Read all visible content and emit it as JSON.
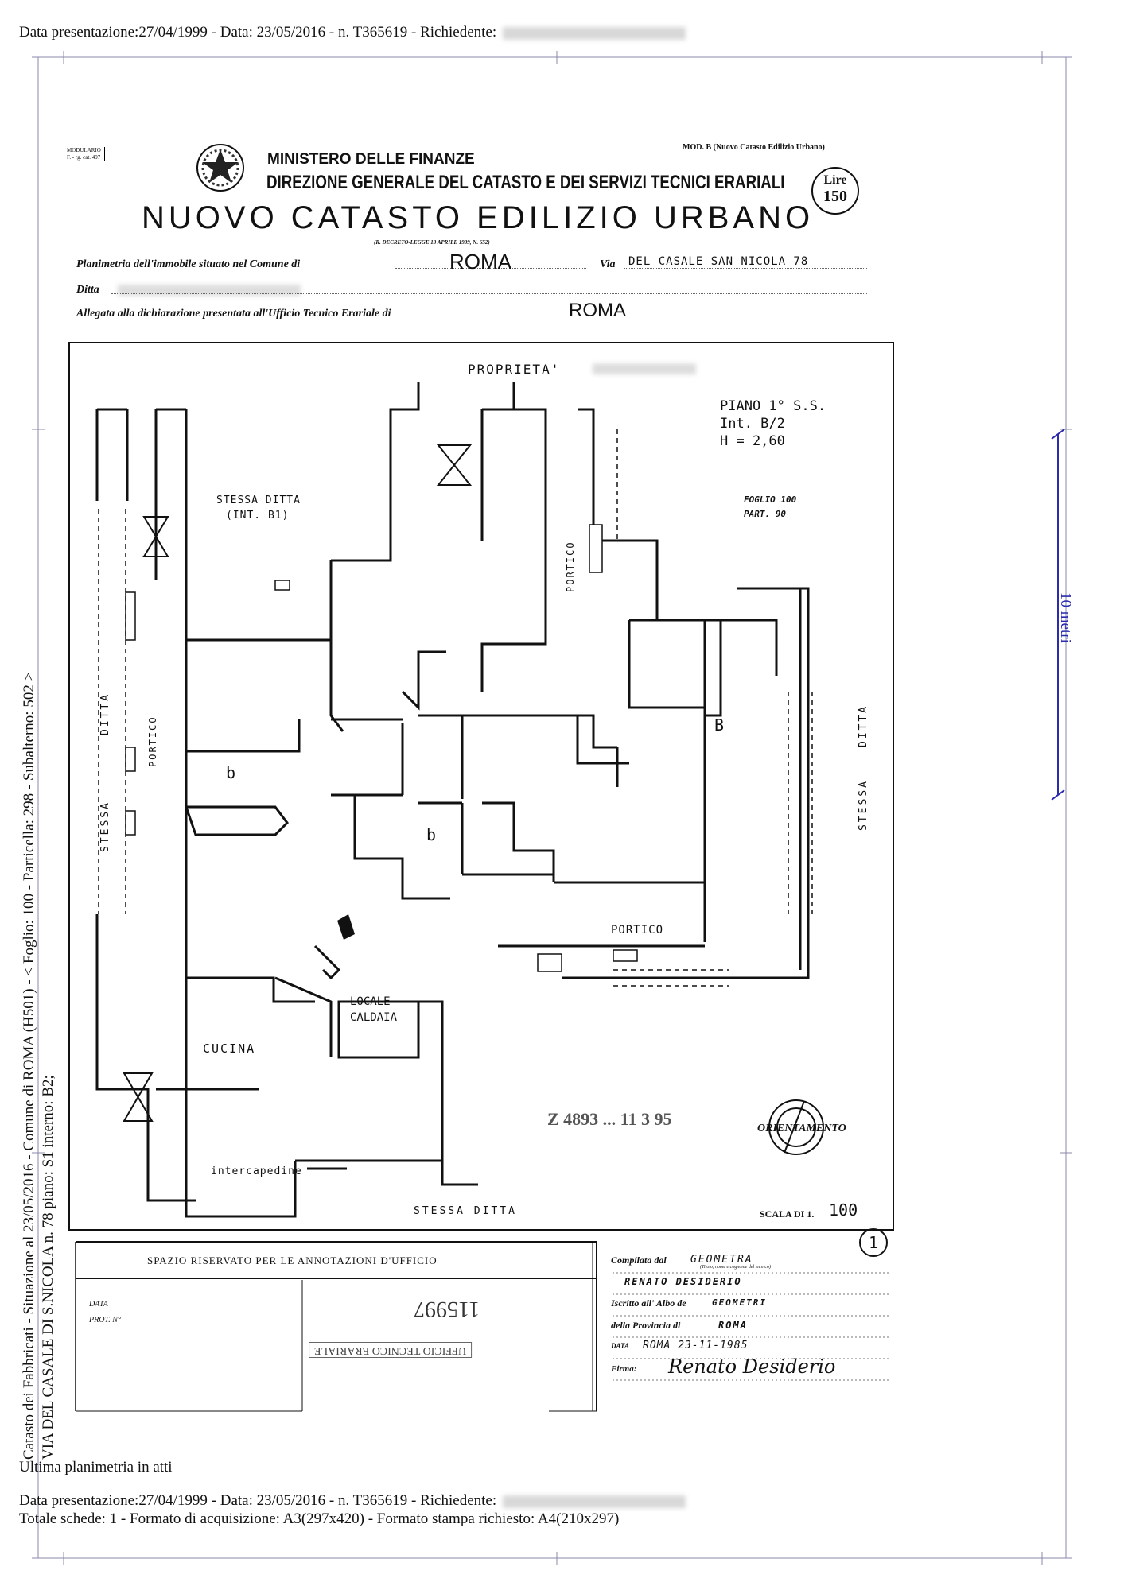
{
  "header": {
    "top_line": "Data presentazione:27/04/1999 - Data: 23/05/2016 - n. T365619 - Richiedente:"
  },
  "side_text": {
    "line1": "Catasto dei Fabbricati - Situazione al 23/05/2016 - Comune di ROMA (H501) - < Foglio: 100 - Particella: 298 - Subalterno: 502 >",
    "line2": "VIA DEL CASALE DI S.NICOLA n. 78 piano: S1 interno: B2;"
  },
  "scale_label": "10 metri",
  "form": {
    "modulario": "MODULARIO",
    "modulario_code": "F. - rg. cat. 497",
    "mod_b": "MOD. B (Nuovo Catasto Edilizio Urbano)",
    "ministry": "MINISTERO DELLE FINANZE",
    "direzione": "DIREZIONE GENERALE DEL CATASTO E DEI SERVIZI TECNICI ERARIALI",
    "lire_label": "Lire",
    "lire_value": "150",
    "title": "NUOVO CATASTO EDILIZIO URBANO",
    "decreto": "(R. DECRETO-LEGGE 13 APRILE 1939, N. 652)",
    "planimetria_label": "Planimetria dell'immobile situato nel Comune di",
    "comune": "ROMA",
    "via_label": "Via",
    "via_value": "DEL CASALE SAN NICOLA 78",
    "ditta_label": "Ditta",
    "allegata_label": "Allegata alla dichiarazione presentata all'Ufficio Tecnico Erariale di",
    "ufficio": "ROMA"
  },
  "plan": {
    "proprieta": "PROPRIETA'",
    "piano": "PIANO 1° S.S.",
    "interno": "Int. B/2",
    "altezza": "H = 2,60",
    "foglio": "FOGLIO 100",
    "part": "PART. 90",
    "stessa_ditta_int": "STESSA DITTA",
    "int_b1": "(INT. B1)",
    "portico_1": "PORTICO",
    "portico_2": "PORTICO",
    "portico_3": "PORTICO",
    "stessa_left": "STESSA",
    "ditta_left": "DITTA",
    "stessa_right": "STESSA",
    "ditta_right": "DITTA",
    "room_b1": "b",
    "room_b2": "b",
    "room_B": "B",
    "locale": "LOCALE",
    "caldaia": "CALDAIA",
    "cucina": "CUCINA",
    "intercapedine": "intercapedine",
    "stessa_ditta_bottom": "STESSA DITTA",
    "stamp_number": "Z 4893 ... 11 3 95",
    "orientamento": "ORIENTAMENTO",
    "scala": "SCALA DI 1.",
    "scala_value": "100",
    "sheet_number": "1"
  },
  "footer_box": {
    "spazio": "SPAZIO RISERVATO PER LE ANNOTAZIONI D'UFFICIO",
    "data_label": "DATA",
    "prot_label": "PROT. N°",
    "stamp_num": "115997",
    "stamp_office": "UFFICIO TECNICO ERARIALE",
    "compilata_label": "Compilata dal",
    "compilata_value": "GEOMETRA",
    "titolo_note": "(Titolo, nome e cognome del tecnico)",
    "tecnico": "RENATO DESIDERIO",
    "iscritto_label": "Iscritto all' Albo de",
    "iscritto_value": "GEOMETRI",
    "provincia_label": "della Provincia di",
    "provincia_value": "ROMA",
    "data2_label": "DATA",
    "data2_value": "ROMA 23-11-1985",
    "firma_label": "Firma:",
    "firma": "Renato Desiderio"
  },
  "footer": {
    "ultima": "Ultima planimetria in atti",
    "line1": "Data presentazione:27/04/1999 - Data: 23/05/2016 - n. T365619 - Richiedente:",
    "line2": "Totale schede: 1 - Formato di acquisizione: A3(297x420)  - Formato stampa richiesto: A4(210x297)"
  }
}
